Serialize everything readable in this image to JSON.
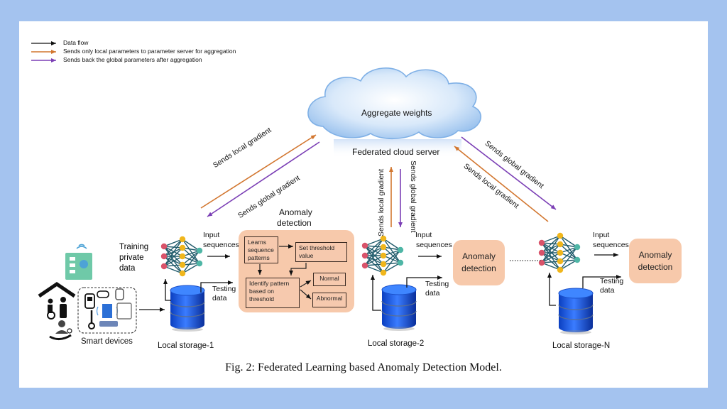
{
  "legend": [
    {
      "label": "Data flow",
      "color": "#111111"
    },
    {
      "label": "Sends only local parameters to parameter server for aggregation",
      "color": "#d2762f"
    },
    {
      "label": "Sends back the global parameters after aggregation",
      "color": "#7b3fb5"
    }
  ],
  "colors": {
    "background": "#a4c3ef",
    "local_arrow": "#d2762f",
    "global_arrow": "#7b3fb5",
    "detection_box": "#f7c9ab",
    "database": "#1f5fe0",
    "nn_input_node": "#d9536a",
    "nn_hidden_node": "#f0b61c",
    "nn_output_node": "#4fb6a6",
    "nn_edge": "#1f5a6a"
  },
  "cloud": {
    "title": "Aggregate weights",
    "server_label": "Federated cloud server"
  },
  "gradients": {
    "left_local": "Sends local gradient",
    "left_global": "Sends global gradient",
    "mid_local": "Sends local gradient",
    "mid_global": "Sends global gradient",
    "right_global": "Sends global gradient",
    "right_local": "Sends local gradient"
  },
  "client1": {
    "training_label": "Training private data",
    "training_lines": [
      "Training",
      "private",
      "data"
    ],
    "input_label": "Input",
    "input_label2": "sequences",
    "testing_label": "Testing",
    "testing_label2": "data",
    "storage_label": "Local storage-1",
    "devices_label": "Smart devices",
    "anomaly_title": "Anomaly",
    "anomaly_title2": "detection",
    "process": {
      "learns": "Learns sequence patterns",
      "threshold": "Set threshold value",
      "identify": "Identify pattern based on threshold",
      "normal": "Normal",
      "abnormal": "Abnormal"
    }
  },
  "client2": {
    "input_label": "Input",
    "input_label2": "sequences",
    "testing_label": "Testing",
    "testing_label2": "data",
    "storage_label": "Local storage-2",
    "detection": "Anomaly detection"
  },
  "clientN": {
    "input_label": "Input",
    "input_label2": "sequences",
    "testing_label": "Testing",
    "testing_label2": "data",
    "storage_label": "Local storage-N",
    "detection": "Anomaly detection"
  },
  "caption": "Fig. 2: Federated Learning based Anomaly Detection Model."
}
